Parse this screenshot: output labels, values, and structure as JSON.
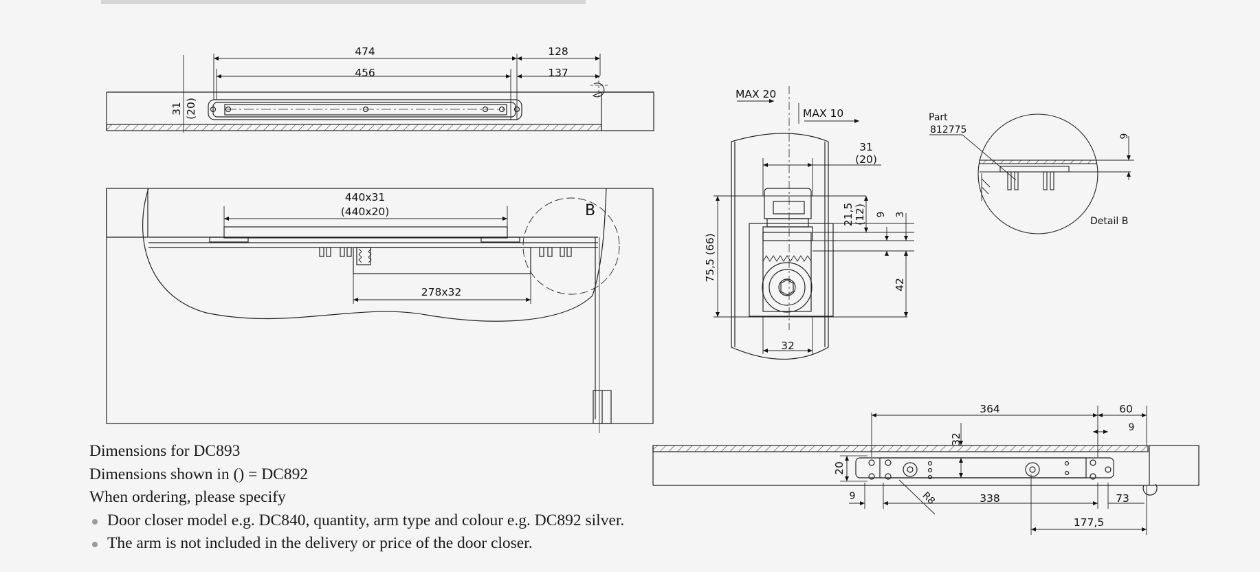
{
  "top_view": {
    "dims": [
      "474",
      "456",
      "128",
      "137",
      "31",
      "(20)"
    ]
  },
  "front_view": {
    "dims": [
      "440x31",
      "(440x20)",
      "278x32"
    ],
    "detail_marker": "B"
  },
  "section_view": {
    "dims": [
      "MAX 20",
      "MAX 10",
      "31",
      "(20)",
      "75,5 (66)",
      "21,5",
      "(12)",
      "9",
      "3",
      "42",
      "32"
    ]
  },
  "detail_b": {
    "part_label": "Part",
    "part_number": "812775",
    "dim": "9",
    "caption": "Detail  B"
  },
  "mounting_plate": {
    "dims": [
      "364",
      "60",
      "9",
      "32",
      "20",
      "9",
      "R8",
      "338",
      "73",
      "177,5"
    ]
  },
  "notes": {
    "line1": "Dimensions for DC893",
    "line2": "Dimensions shown in () = DC892",
    "line3": "When ordering, please specify",
    "bullets": [
      "Door closer model e.g. DC840, quantity, arm type and colour e.g. DC892 silver.",
      "The arm is not included in the delivery or price of the door closer."
    ]
  }
}
